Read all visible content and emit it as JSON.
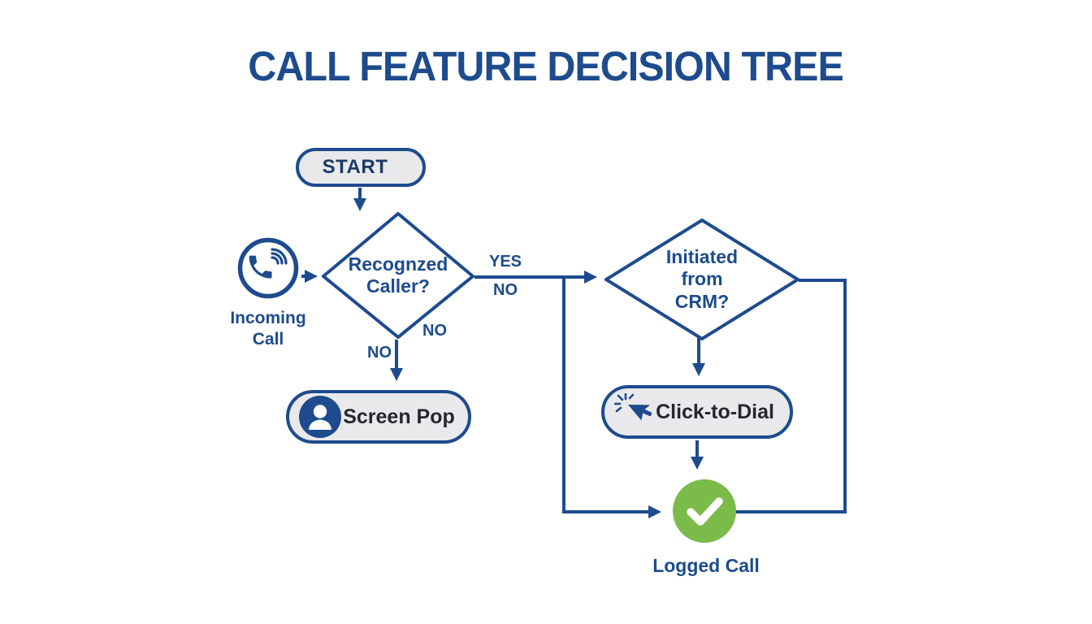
{
  "title": "CALL FEATURE DECISION TREE",
  "colors": {
    "primary_blue": "#1d4b8d",
    "success_green": "#7bbb4a",
    "node_fill": "#e9e9eb",
    "dark_text": "#23272e"
  },
  "nodes": {
    "start": {
      "label": "START"
    },
    "incoming_call": {
      "label": "Incoming Call",
      "icon": "phone-icon"
    },
    "recognized_caller": {
      "question": "Recognzed Caller?"
    },
    "initiated_from_crm": {
      "question": "Initiated from CRM?"
    },
    "screen_pop": {
      "label": "Screen Pop",
      "icon": "person-icon"
    },
    "click_to_dial": {
      "label": "Click-to-Dial",
      "icon": "cursor-click-icon"
    },
    "logged_call": {
      "label": "Logged Call",
      "icon": "check-icon"
    }
  },
  "branch_labels": {
    "yes_right": "YES",
    "no_right": "NO",
    "no_bottom_right": "NO",
    "no_bottom_left": "NO"
  }
}
